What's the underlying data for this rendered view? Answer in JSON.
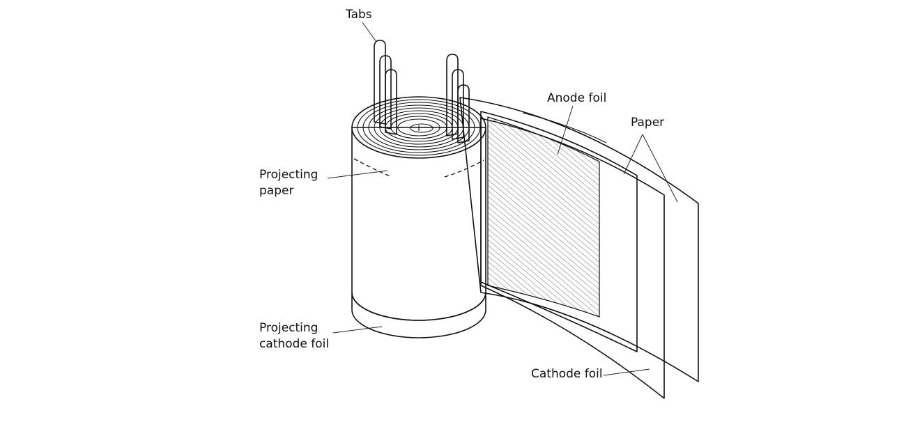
{
  "labels": {
    "tabs": "Tabs",
    "anode_foil": "Anode foil",
    "paper": "Paper",
    "projecting_paper_1": "Projecting",
    "projecting_paper_2": "paper",
    "projecting_cathode_1": "Projecting",
    "projecting_cathode_2": "cathode foil",
    "cathode_foil": "Cathode foil"
  },
  "colors": {
    "line": "#111111",
    "background": "#ffffff",
    "hatch": "#6b6b6b",
    "stipple": "#555555"
  }
}
